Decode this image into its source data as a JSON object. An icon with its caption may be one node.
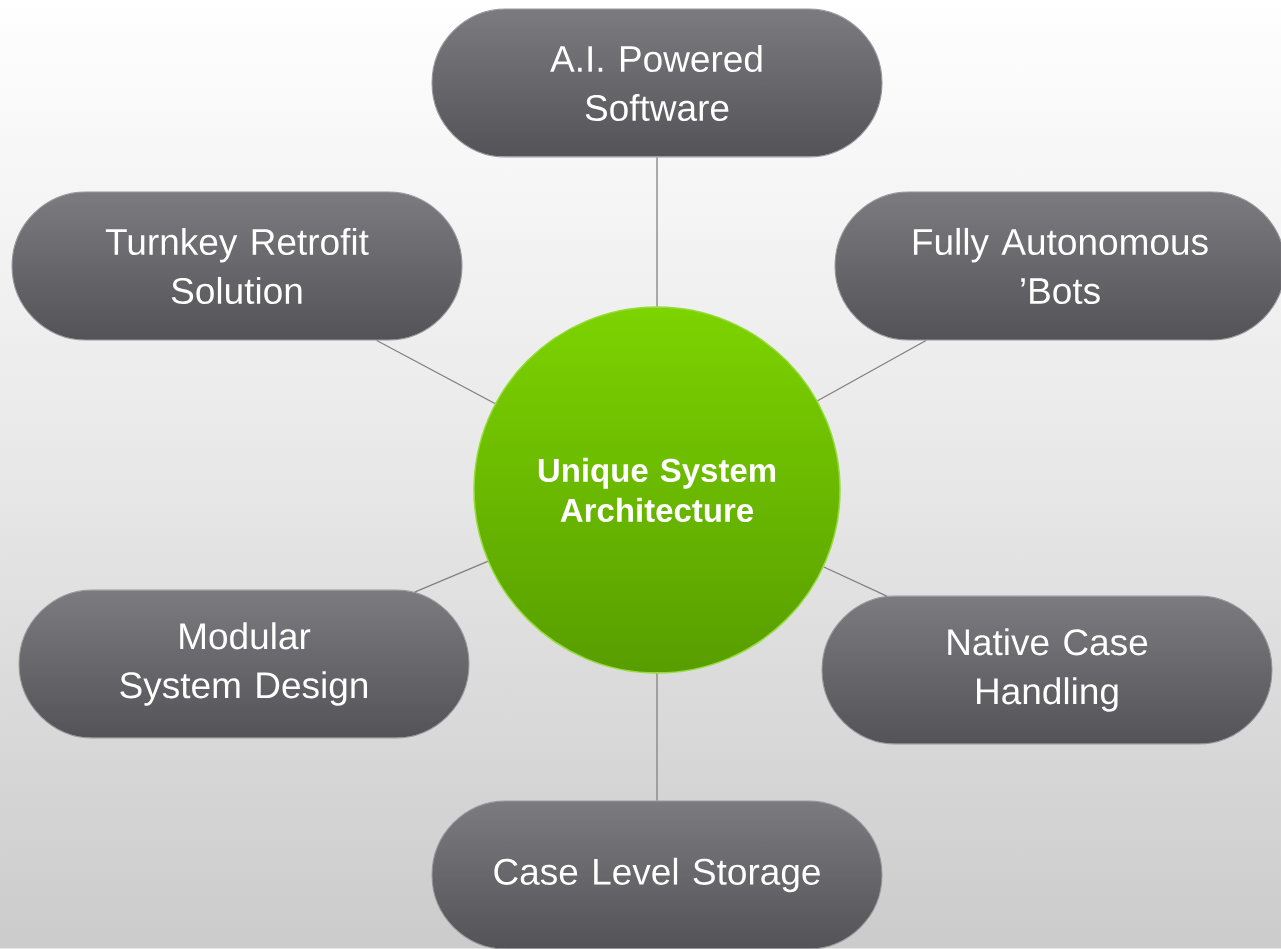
{
  "diagram": {
    "nodes": [
      {
        "text": [
          "Unique System Architecture"
        ]
      },
      {
        "text": [
          "A.I. Powered Software"
        ]
      },
      {
        "text": [
          "Turnkey Retrofit Solution"
        ]
      },
      {
        "text": [
          "Fully Autonomous ’Bots"
        ]
      },
      {
        "text": [
          "Modular System Design"
        ]
      },
      {
        "text": [
          "Native Case Handling"
        ]
      },
      {
        "text": [
          "Case Level Storage"
        ]
      }
    ],
    "edges": [
      {
        "from": 0,
        "to": 1,
        "arrow": "none"
      },
      {
        "from": 0,
        "to": 2,
        "arrow": "none"
      },
      {
        "from": 0,
        "to": 3,
        "arrow": "none"
      },
      {
        "from": 0,
        "to": 4,
        "arrow": "none"
      },
      {
        "from": 0,
        "to": 5,
        "arrow": "none"
      },
      {
        "from": 0,
        "to": 6,
        "arrow": "none"
      }
    ]
  }
}
